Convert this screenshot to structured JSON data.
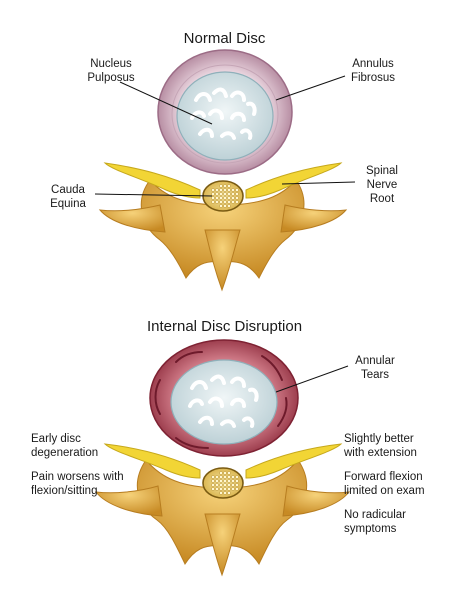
{
  "normal": {
    "title": "Normal Disc",
    "labels": {
      "nucleus": "Nucleus\nPulposus",
      "annulus": "Annulus\nFibrosus",
      "nerve_root": "Spinal\nNerve\nRoot",
      "cauda": "Cauda\nEquina"
    }
  },
  "disrupted": {
    "title": "Internal Disc Disruption",
    "labels": {
      "tears": "Annular\nTears"
    },
    "left_notes": [
      "Early disc\ndegeneration",
      "Pain worsens with\nflexion/sitting"
    ],
    "right_notes": [
      "Slightly better\nwith extension",
      "Forward flexion\nlimited on exam",
      "No radicular\nsymptoms"
    ]
  },
  "colors": {
    "annulus_normal": "#c8a0b4",
    "annulus_disrupted": "#b8495a",
    "nucleus": "#d6e6ea",
    "bone": "#e2ad4a",
    "nerve": "#f2d535"
  }
}
